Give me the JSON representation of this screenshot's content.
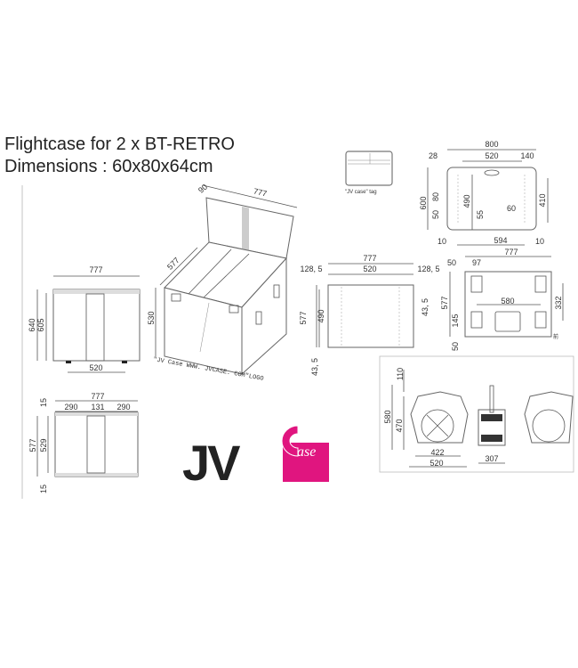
{
  "title": {
    "line1": "Flightcase for 2 x BT-RETRO",
    "line2": "Dimensions : 60x80x64cm"
  },
  "front_view": {
    "width": "777",
    "height_outer": "640",
    "height_inner": "605",
    "feet": "520"
  },
  "iso_view": {
    "lid_depth": "90",
    "width": "777",
    "depth": "577",
    "height": "530",
    "logo_note": "\"JV Case WWW. JVCASE. COM\"LOGO"
  },
  "tag": {
    "label": "\"JV case\" tag"
  },
  "bottom_view": {
    "width": "800",
    "left": "28",
    "span": "520",
    "right": "140",
    "height": "600",
    "d80": "80",
    "d50": "50",
    "d490": "490",
    "d55": "55",
    "d60": "60",
    "d410": "410",
    "m10a": "10",
    "span594": "594",
    "m10b": "10"
  },
  "top_view": {
    "width": "777",
    "left": "128, 5",
    "span": "520",
    "right": "128, 5",
    "depth": "577",
    "inner": "490",
    "off_top": "43, 5",
    "off_bottom": "43, 5"
  },
  "side_view": {
    "width": "777",
    "d50": "50",
    "d97": "97",
    "d580": "580",
    "depth": "577",
    "d145": "145",
    "d332": "332",
    "d50b": "50",
    "mark": "前"
  },
  "fixture_view": {
    "d110": "110",
    "d580": "580",
    "d470": "470",
    "d422": "422",
    "d520": "520",
    "d307": "307"
  },
  "section_view": {
    "width": "777",
    "left": "290",
    "middle": "131",
    "right": "290",
    "top": "15",
    "depth": "577",
    "inner": "529",
    "bottom": "15"
  },
  "logo": {
    "text": "JV Case",
    "brand_color": "#e0157f"
  }
}
